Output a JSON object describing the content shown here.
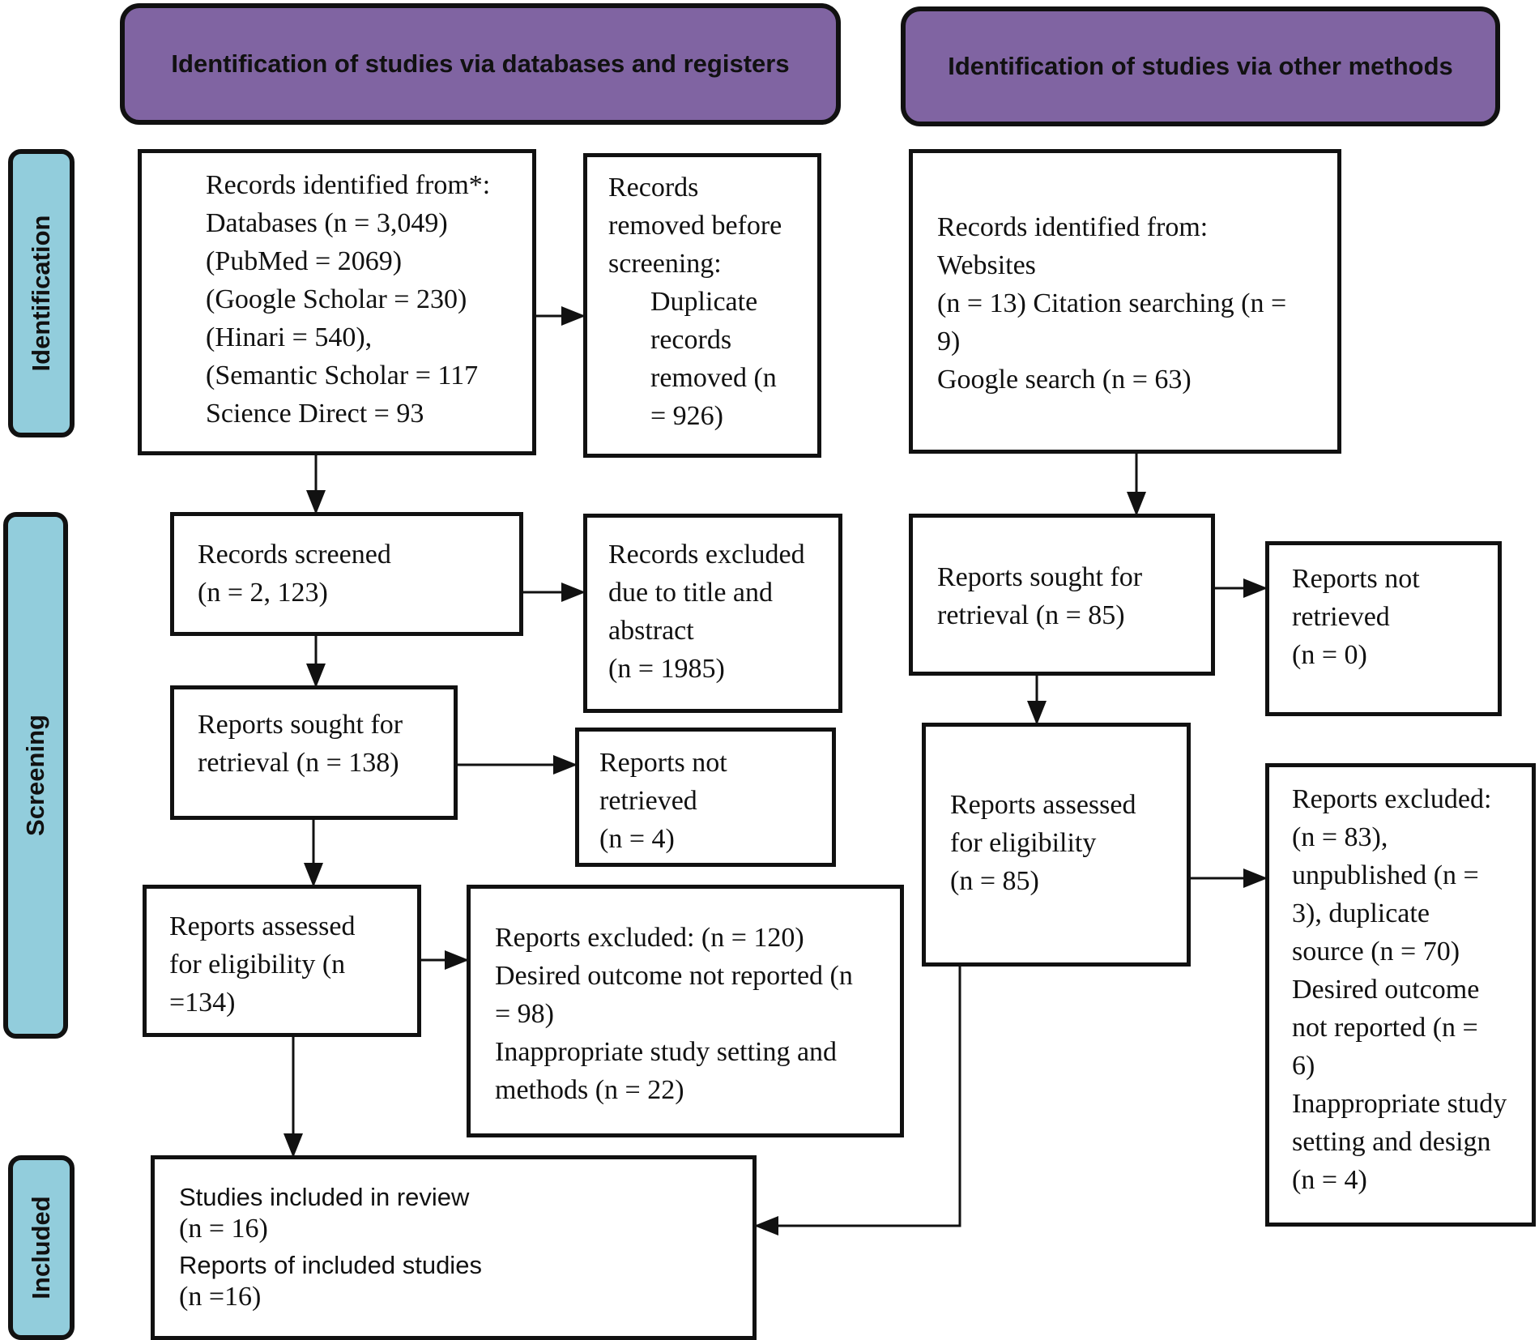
{
  "headers": {
    "databases": "Identification of studies via databases and registers",
    "other": "Identification of studies via other methods"
  },
  "phases": {
    "identification": "Identification",
    "screening": "Screening",
    "included": "Included"
  },
  "boxes": {
    "records_identified_db": [
      "Records identified from*:",
      "Databases (n = 3,049)",
      " (PubMed = 2069)",
      "(Google Scholar = 230)",
      "(Hinari = 540),",
      "(Semantic Scholar = 117",
      "Science Direct = 93"
    ],
    "records_removed": [
      "Records",
      "removed before",
      "screening:",
      "Duplicate",
      "records",
      "removed (n",
      "= 926)"
    ],
    "records_identified_other": [
      "Records identified from:",
      "Websites",
      "(n = 13) Citation searching (n =",
      "9)",
      "Google search (n = 63)"
    ],
    "records_screened": [
      "Records screened",
      "(n = 2, 123)"
    ],
    "records_excluded": [
      "Records excluded",
      "due to title and",
      "abstract",
      "(n = 1985)"
    ],
    "reports_sought_db": [
      "Reports sought for",
      "retrieval (n = 138)"
    ],
    "reports_not_retrieved_db": [
      "Reports not",
      "retrieved",
      "(n = 4)"
    ],
    "reports_assessed_db": [
      "Reports assessed",
      "for eligibility (n",
      "=134)"
    ],
    "reports_excluded_db": [
      "Reports excluded:  (n = 120)",
      "Desired outcome not reported (n",
      "= 98)",
      "Inappropriate study setting and",
      "methods (n = 22)"
    ],
    "reports_sought_other": [
      "Reports sought for",
      "retrieval (n = 85)"
    ],
    "reports_not_retrieved_other": [
      "Reports not",
      "retrieved",
      "(n = 0)"
    ],
    "reports_assessed_other": [
      "Reports assessed",
      "for eligibility",
      "(n = 85)"
    ],
    "reports_excluded_other": [
      "Reports excluded:",
      "(n = 83),",
      "unpublished (n =",
      "3), duplicate",
      "source (n = 70)",
      "Desired outcome",
      "not reported (n =",
      "6)",
      "Inappropriate study",
      "setting and design",
      "(n = 4)"
    ],
    "studies_included": [
      "Studies included in review",
      "(n = 16)",
      "Reports of included studies",
      "(n =16)"
    ]
  }
}
